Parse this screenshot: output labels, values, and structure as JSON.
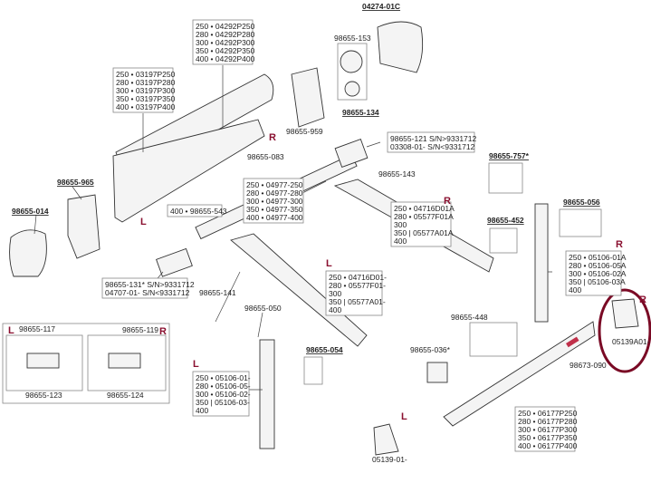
{
  "diagram": {
    "callouts": [
      {
        "text": "04274-01C",
        "underline": true
      },
      {
        "text": "98655-153",
        "underline": false
      },
      {
        "text": "98655-134",
        "underline": true
      },
      {
        "text": "98655-959",
        "underline": false
      },
      {
        "text": "98655-083",
        "underline": false
      },
      {
        "text": "98655-965",
        "underline": true
      },
      {
        "text": "98655-014",
        "underline": true
      },
      {
        "text": "98655-143",
        "underline": false
      },
      {
        "text": "98655-757*",
        "underline": true
      },
      {
        "text": "98655-452",
        "underline": true
      },
      {
        "text": "98655-056",
        "underline": true
      },
      {
        "text": "05139A01-",
        "underline": false
      },
      {
        "text": "98655-448",
        "underline": false
      },
      {
        "text": "98655-054",
        "underline": true
      },
      {
        "text": "98655-036*",
        "underline": false
      },
      {
        "text": "98673-090",
        "underline": false
      },
      {
        "text": "05139-01-",
        "underline": false
      },
      {
        "text": "98655-141",
        "underline": false
      },
      {
        "text": "98655-050",
        "underline": false
      },
      {
        "text": "98655-117",
        "underline": false
      },
      {
        "text": "98655-119",
        "underline": false
      },
      {
        "text": "98655-123",
        "underline": false
      },
      {
        "text": "98655-124",
        "underline": false
      }
    ],
    "boxes": [
      {
        "lines": [
          "250 • 04292P250",
          "280 • 04292P280",
          "300 • 04292P300",
          "350 • 04292P350",
          "400 • 04292P400"
        ]
      },
      {
        "lines": [
          "250 • 03197P250",
          "280 • 03197P280",
          "300 • 03197P300",
          "350 • 03197P350",
          "400 • 03197P400"
        ]
      },
      {
        "lines": [
          "400 • 98655-543"
        ]
      },
      {
        "lines": [
          "250 • 04977-250",
          "280 • 04977-280",
          "300 • 04977-300",
          "350 • 04977-350",
          "400 • 04977-400"
        ]
      },
      {
        "lines": [
          "98655-121  S/N>9331712",
          "03308-01-   S/N<9331712"
        ]
      },
      {
        "lines": [
          "250 • 04716D01A",
          "280 • 05577F01A",
          "300",
          "350 | 05577A01A",
          "400"
        ]
      },
      {
        "lines": [
          "250 • 05106-01A",
          "280 • 05106-05A",
          "300 • 05106-02A",
          "350 | 05106-03A",
          "400"
        ]
      },
      {
        "lines": [
          "250 • 04716D01-",
          "280 • 05577F01-",
          "300",
          "350 | 05577A01-",
          "400"
        ]
      },
      {
        "lines": [
          "98655-131* S/N>9331712",
          "04707-01-   S/N<9331712"
        ]
      },
      {
        "lines": [
          "250 • 05106-01-",
          "280 • 05106-05-",
          "300 • 05106-02-",
          "350 | 05106-03-",
          "400"
        ]
      },
      {
        "lines": [
          "250 • 06177P250",
          "280 • 06177P280",
          "300 • 06177P300",
          "350 • 06177P350",
          "400 • 06177P400"
        ]
      }
    ],
    "side_marks": [
      "R",
      "L",
      "R",
      "R",
      "R",
      "L",
      "L",
      "L",
      "L",
      "R",
      "L"
    ],
    "colors": {
      "side_mark": "#8a1030",
      "highlight_circle": "#7a0a25",
      "brand_stripe": "#c0304a"
    }
  }
}
